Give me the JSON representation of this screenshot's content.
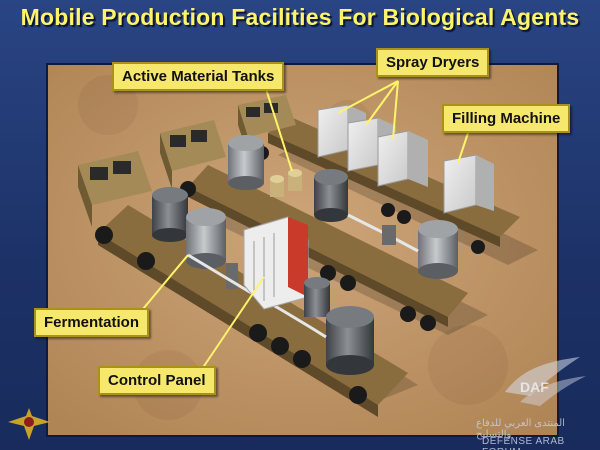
{
  "title": "Mobile Production Facilities For Biological Agents",
  "labels": {
    "active_material_tanks": "Active Material Tanks",
    "spray_dryers": "Spray Dryers",
    "filling_machine": "Filling Machine",
    "fermentation": "Fermentation",
    "control_panel": "Control Panel"
  },
  "watermark": {
    "arabic": "المنتدى العربي للدفاع والتسليح",
    "english": "DEFENSE ARAB FORUM",
    "logo_text": "DAF"
  },
  "colors": {
    "background": "#1f3670",
    "title": "#fff36a",
    "label_bg": "#f6e86c",
    "ground": "#c19a6b",
    "truck": "#a48a56"
  }
}
